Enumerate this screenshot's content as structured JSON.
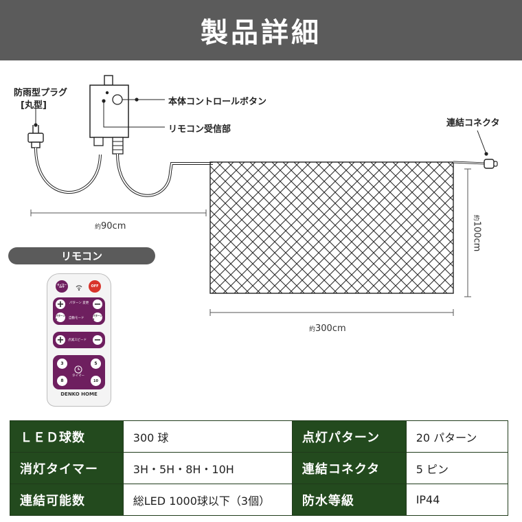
{
  "header": {
    "title": "製品詳細"
  },
  "labels": {
    "plug": "防雨型プラグ",
    "plug_type": "[丸型]",
    "control_button": "本体コントロールボタン",
    "remote_receiver": "リモコン受信部",
    "connector": "連結コネクタ"
  },
  "dimensions": {
    "cable_prefix": "約",
    "cable_value": "90cm",
    "width_prefix": "約",
    "width_value": "300cm",
    "height_prefix": "約",
    "height_value": "100cm"
  },
  "remote": {
    "section_title": "リモコン",
    "timer_off": "タイマー OFF",
    "off": "OFF",
    "pattern_switch": "パターン 変更",
    "pattern1": "パターン 1",
    "pattern2": "パターン 2",
    "auto_mode": "自動モード",
    "flash_speed": "点滅スピード",
    "timer": "タイマー",
    "t3": "3",
    "t5": "5",
    "t8": "8",
    "t10": "10",
    "plus": "+",
    "minus": "−",
    "brand": "DENKO HOME"
  },
  "specs": [
    {
      "label": "ＬＥＤ球数",
      "value": "300 球",
      "label2": "点灯パターン",
      "value2": "20 パターン"
    },
    {
      "label": "消灯タイマー",
      "value": "3H・5H・8H・10H",
      "label2": "連結コネクタ",
      "value2": "5 ピン"
    },
    {
      "label": "連結可能数",
      "value": "総LED 1000球以下（3個）",
      "label2": "防水等級",
      "value2": "IP44"
    }
  ]
}
